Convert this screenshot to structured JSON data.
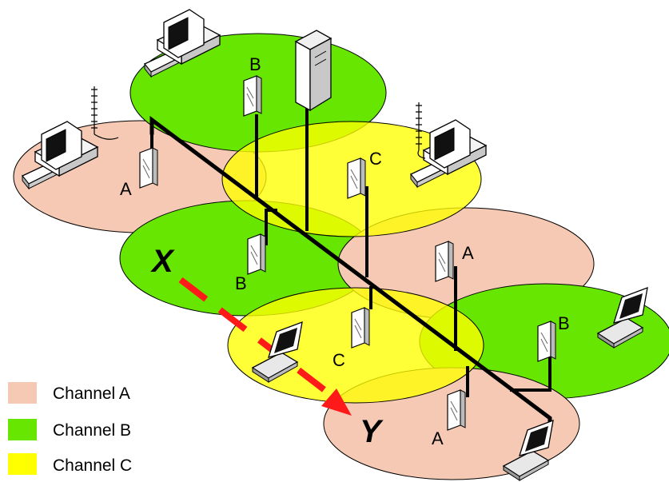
{
  "cells": [
    {
      "channel": "B",
      "label": "B"
    },
    {
      "channel": "A",
      "label": "A"
    },
    {
      "channel": "C",
      "label": "C"
    },
    {
      "channel": "B",
      "label": "B"
    },
    {
      "channel": "A",
      "label": "A"
    },
    {
      "channel": "C",
      "label": "C"
    },
    {
      "channel": "B",
      "label": "B"
    },
    {
      "channel": "A",
      "label": "A"
    }
  ],
  "markers": {
    "start": "X",
    "end": "Y"
  },
  "legend": [
    {
      "channel": "A",
      "label": "Channel A"
    },
    {
      "channel": "B",
      "label": "Channel B"
    },
    {
      "channel": "C",
      "label": "Channel C"
    }
  ],
  "colors": {
    "channel_a": "#f5c9b3",
    "channel_b": "#66e600",
    "channel_c": "#ffff00",
    "backbone": "#000000",
    "roaming_path": "#ff1a1a"
  },
  "icons": {
    "access_point": "access-point-icon",
    "desktop": "desktop-computer-icon",
    "laptop": "laptop-icon",
    "server": "server-tower-icon"
  }
}
